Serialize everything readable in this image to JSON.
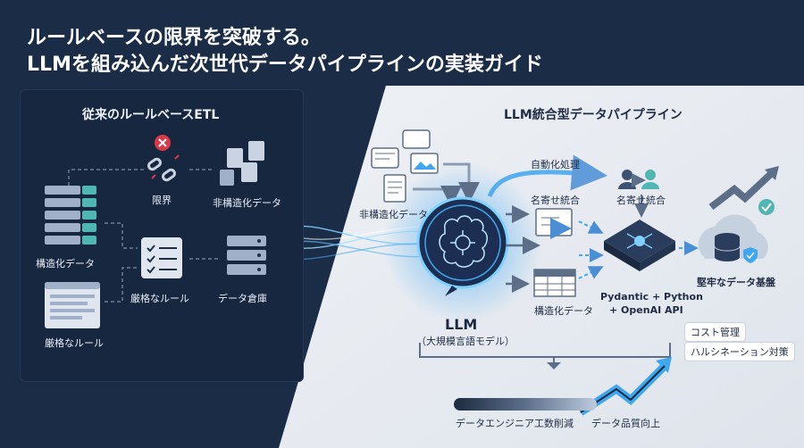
{
  "title": {
    "line1": "ルールベースの限界を突破する。",
    "line2": "LLMを組み込んだ次世代データパイプラインの実装ガイド"
  },
  "left_panel": {
    "title": "従来のルールベースETL",
    "limit_label": "限界",
    "unstructured_label": "非構造化データ",
    "structured_label": "構造化データ",
    "strict_rules_center": "厳格なルール",
    "warehouse_label": "データ倉庫",
    "strict_rules_bottom": "厳格なルール"
  },
  "right_panel": {
    "title": "LLM統合型データパイプライン",
    "unstructured_label": "非構造化データ",
    "auto_processing": "自動化処理",
    "name_integration_a": "名寄せ統合",
    "name_integration_b": "名寄せ統合",
    "structured_label": "構造化データ",
    "llm_name": "LLM",
    "llm_sub": "（大規模言語モデル）",
    "stack_line1": "Pydantic + Python",
    "stack_line2": "+ OpenAI API",
    "data_base": "堅牢なデータ基盤",
    "tag_cost": "コスト管理",
    "tag_hallucination": "ハルシネーション対策",
    "bottom_left": "データエンジニア工数削減",
    "bottom_right": "データ品質向上"
  },
  "colors": {
    "navy": "#1b2c47",
    "panel": "#172740",
    "light_bg": "#e7ebf1",
    "accent_blue": "#3fa6f0",
    "danger": "#d93a45"
  }
}
